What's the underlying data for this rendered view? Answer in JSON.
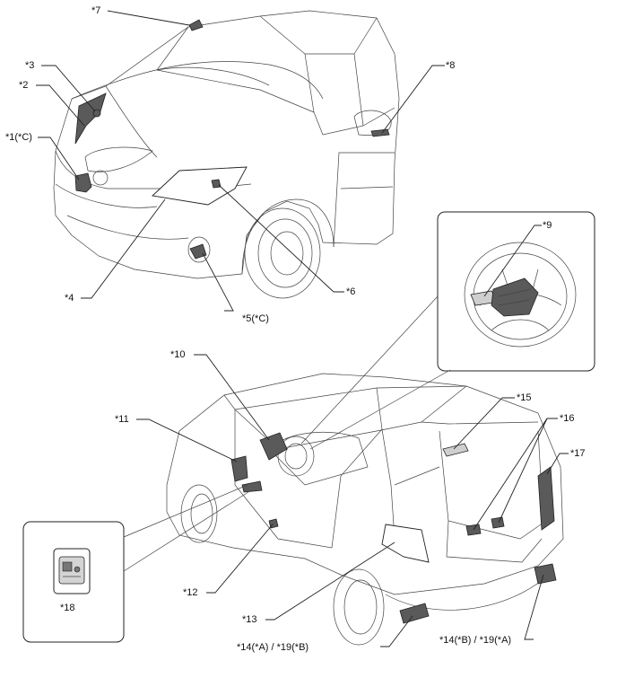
{
  "callouts": {
    "c1": "*1(*C)",
    "c2": "*2",
    "c3": "*3",
    "c4": "*4",
    "c5": "*5(*C)",
    "c6": "*6",
    "c7": "*7",
    "c8": "*8",
    "c9": "*9",
    "c10": "*10",
    "c11": "*11",
    "c12": "*12",
    "c13": "*13",
    "c14a": "*14(*A) / *19(*B)",
    "c14b": "*14(*B) / *19(*A)",
    "c15": "*15",
    "c16": "*16",
    "c17": "*17",
    "c18": "*18"
  }
}
